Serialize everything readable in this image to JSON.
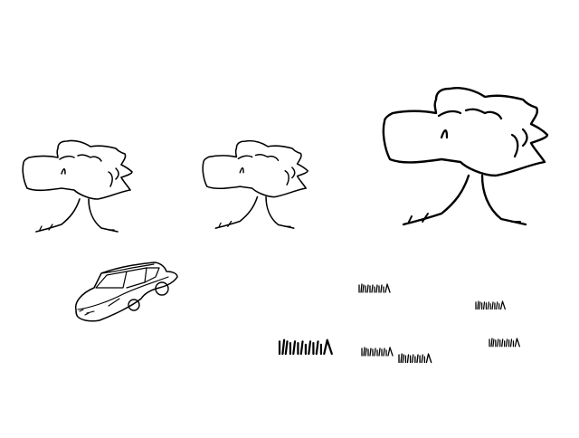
{
  "scene": {
    "background_color": "#ffffff",
    "stroke_color": "#000000",
    "objects": [
      {
        "kind": "tree",
        "icon": "tree-icon"
      },
      {
        "kind": "tree",
        "icon": "tree-icon"
      },
      {
        "kind": "tree",
        "icon": "tree-icon"
      },
      {
        "kind": "car",
        "icon": "car-icon"
      },
      {
        "kind": "grass",
        "icon": "grass-icon"
      },
      {
        "kind": "grass",
        "icon": "grass-icon"
      },
      {
        "kind": "grass",
        "icon": "grass-icon"
      },
      {
        "kind": "grass",
        "icon": "grass-icon"
      },
      {
        "kind": "grass",
        "icon": "grass-icon"
      },
      {
        "kind": "grass",
        "icon": "grass-icon"
      },
      {
        "kind": "grass",
        "icon": "grass-icon"
      }
    ]
  }
}
